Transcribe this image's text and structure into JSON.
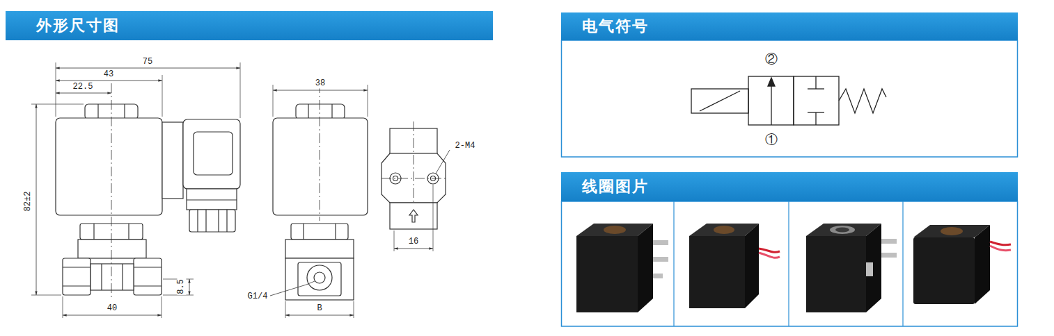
{
  "diagram": {
    "nodes": [
      {
        "text": [
          "外形尺寸图"
        ]
      },
      {
        "text": [
          "电气符号"
        ]
      },
      {
        "text": [
          "线圈图片"
        ]
      }
    ],
    "labels": [
      "75",
      "43",
      "22.5",
      "82±2",
      "8.5",
      "40",
      "38",
      "G1/4",
      "B",
      "2-M4",
      "16",
      "②",
      "①"
    ]
  }
}
